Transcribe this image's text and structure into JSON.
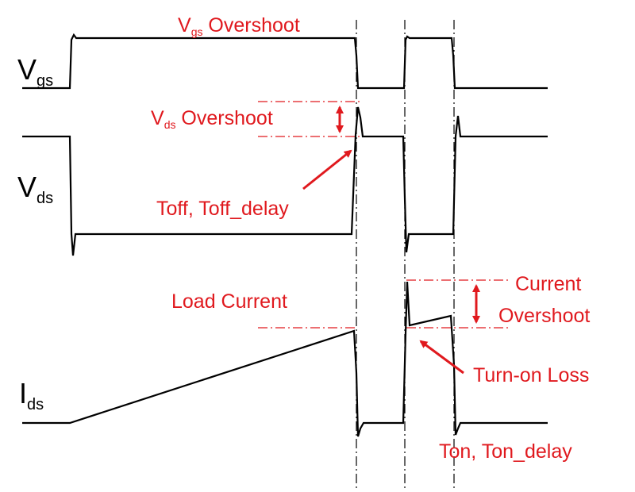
{
  "colors": {
    "waveform": "#000000",
    "annotation": "#e0191e"
  },
  "signals": {
    "vgs": {
      "main": "V",
      "sub": "gs"
    },
    "vds": {
      "main": "V",
      "sub": "ds"
    },
    "ids": {
      "main": "I",
      "sub": "ds"
    }
  },
  "annotations": {
    "vgs_overshoot": {
      "main": "V",
      "sub": "gs",
      "rest": " Overshoot"
    },
    "vds_overshoot": {
      "main": "V",
      "sub": "ds",
      "rest": " Overshoot"
    },
    "toff": "Toff, Toff_delay",
    "load_current": "Load Current",
    "current_overshoot_1": "Current",
    "current_overshoot_2": "Overshoot",
    "turn_on_loss": "Turn-on Loss",
    "ton": "Ton, Ton_delay"
  }
}
